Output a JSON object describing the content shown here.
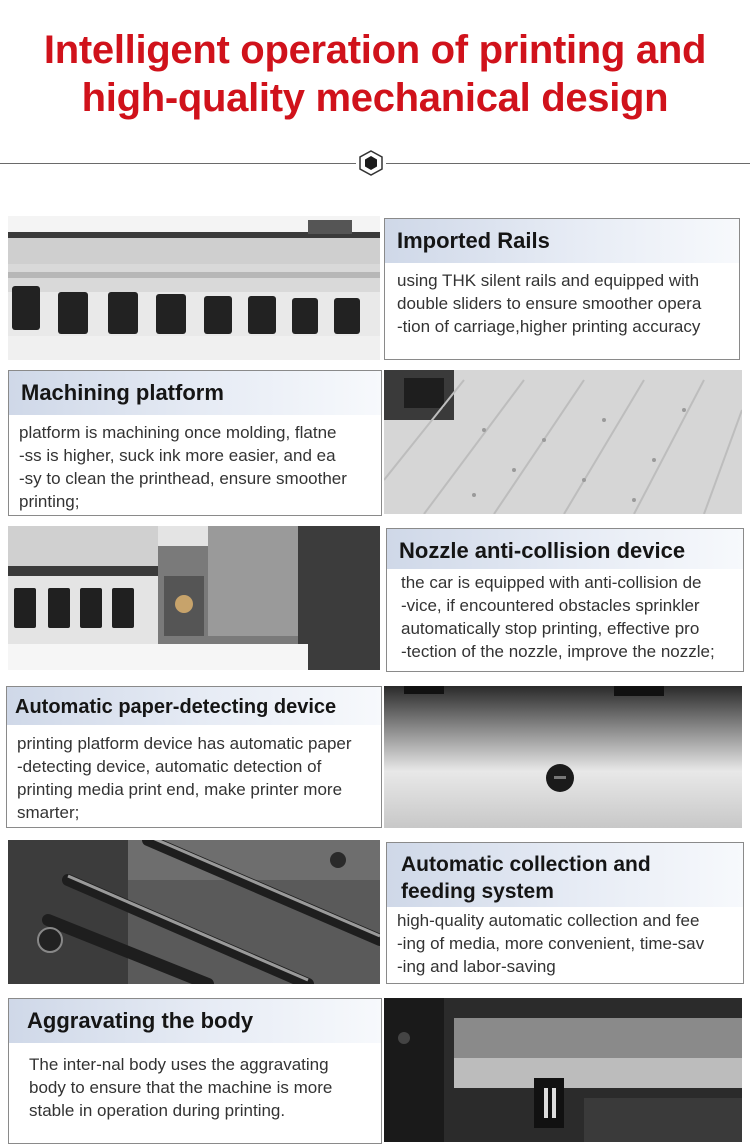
{
  "header": {
    "title_line1": "Intelligent operation of printing and",
    "title_line2": "high-quality mechanical design"
  },
  "sections": [
    {
      "title": "Imported Rails",
      "lines": [
        "using THK silent rails and equipped with",
        "double sliders to ensure smoother opera",
        "-tion of carriage,higher printing accuracy"
      ],
      "image_icon": "rails-photo"
    },
    {
      "title": "Machining platform",
      "lines": [
        "platform is machining once molding, flatne",
        "-ss is higher, suck ink  more easier, and ea",
        "-sy to clean the printhead, ensure smoother",
        "printing;"
      ],
      "image_icon": "platform-photo"
    },
    {
      "title": "Nozzle anti-collision device",
      "lines": [
        "the car is equipped with anti-collision de",
        "-vice, if encountered obstacles sprinkler",
        "automatically stop printing, effective pro",
        "-tection of the nozzle, improve the nozzle;"
      ],
      "image_icon": "carriage-photo"
    },
    {
      "title": "Automatic paper-detecting device",
      "lines": [
        "printing platform device has automatic paper",
        "-detecting device, automatic detection of",
        "printing media print end, make printer more",
        "smarter;"
      ],
      "image_icon": "sensor-photo"
    },
    {
      "title_line1": "Automatic collection and",
      "title_line2": "feeding system",
      "lines": [
        "high-quality automatic collection and fee",
        "-ing of media, more convenient, time-sav",
        "-ing and labor-saving"
      ],
      "image_icon": "rollers-photo"
    },
    {
      "title": "Aggravating the body",
      "lines": [
        "The inter-nal body uses the aggravating",
        "body to ensure that the machine is more",
        "stable in operation during printing."
      ],
      "image_icon": "body-photo"
    }
  ],
  "colors": {
    "accent": "#d0121b",
    "header_band": "#cfd8e8"
  }
}
